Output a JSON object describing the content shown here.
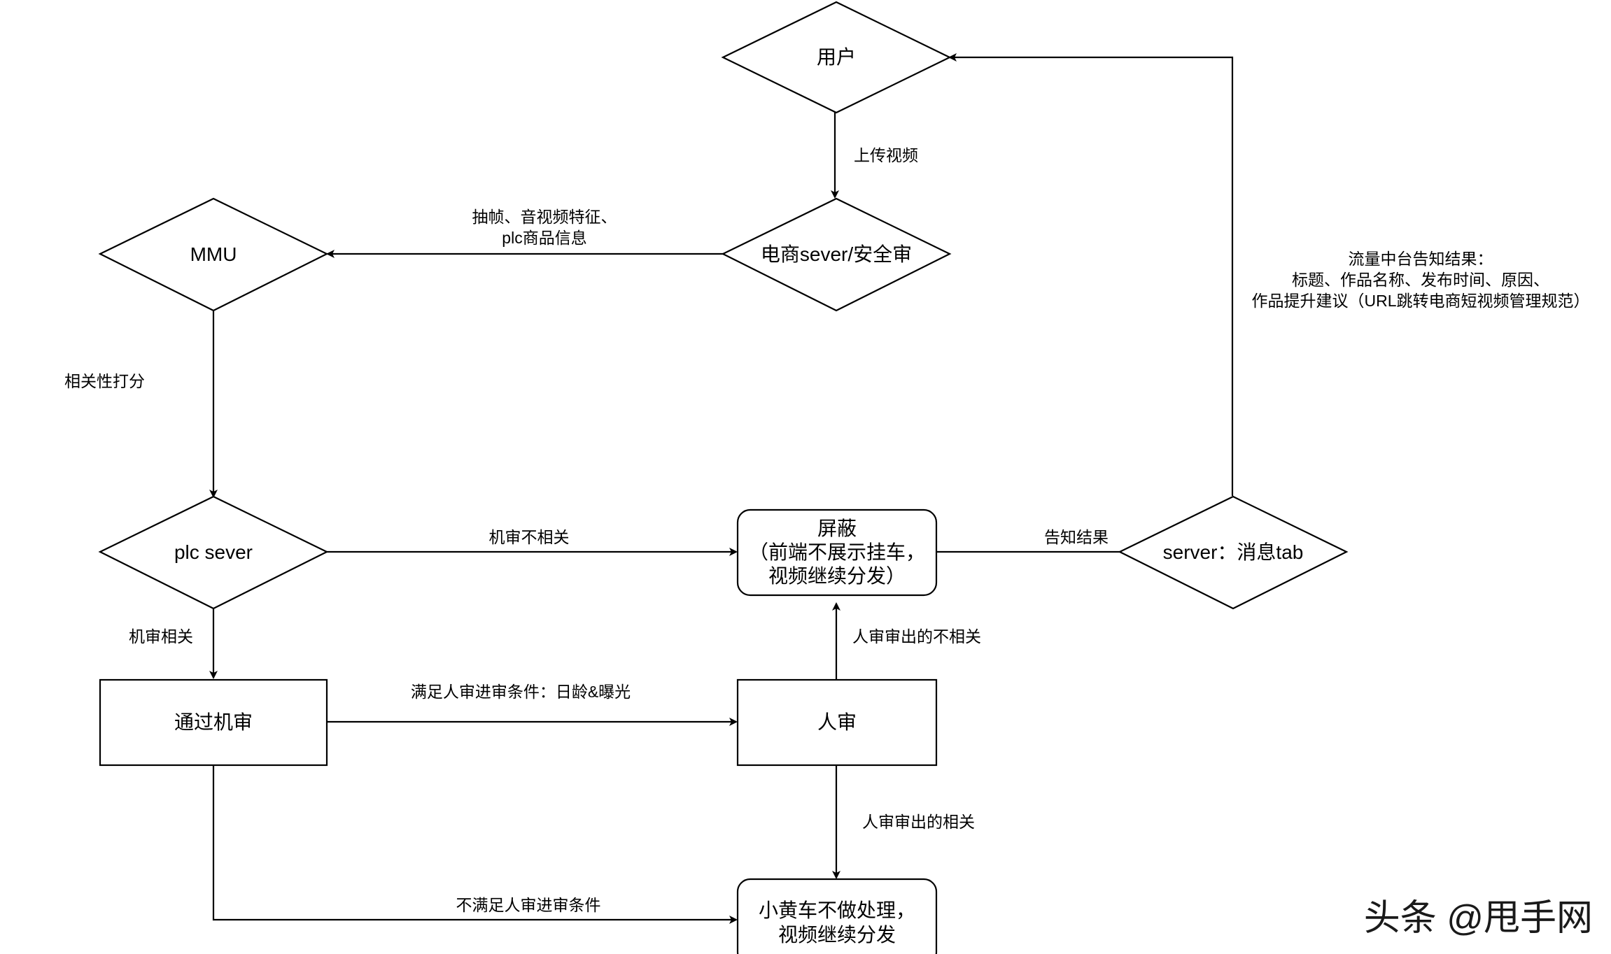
{
  "nodes": {
    "user": "用户",
    "ecom_server": "电商sever/安全审",
    "mmu": "MMU",
    "plc_server": "plc sever",
    "shield": [
      "屏蔽",
      "（前端不展示挂车，",
      "视频继续分发）"
    ],
    "server_msg": "server：消息tab",
    "pass_machine": "通过机审",
    "manual_review": "人审",
    "no_action": [
      "小黄车不做处理，",
      "视频继续分发"
    ]
  },
  "edges": {
    "upload": "上传视频",
    "extract": [
      "抽帧、音视频特征、",
      "plc商品信息"
    ],
    "relevance": "相关性打分",
    "machine_irrelevant": "机审不相关",
    "machine_relevant": "机审相关",
    "meet_condition": "满足人审进审条件：日龄&曝光",
    "not_meet_condition": "不满足人审进审条件",
    "manual_irrelevant": "人审审出的不相关",
    "manual_relevant": "人审审出的相关",
    "notify": "告知结果",
    "traffic_notify": [
      "流量中台告知结果：",
      "标题、作品名称、发布时间、原因、",
      "作品提升建议（URL跳转电商短视频管理规范）"
    ]
  },
  "watermark": "头条 @甩手网"
}
